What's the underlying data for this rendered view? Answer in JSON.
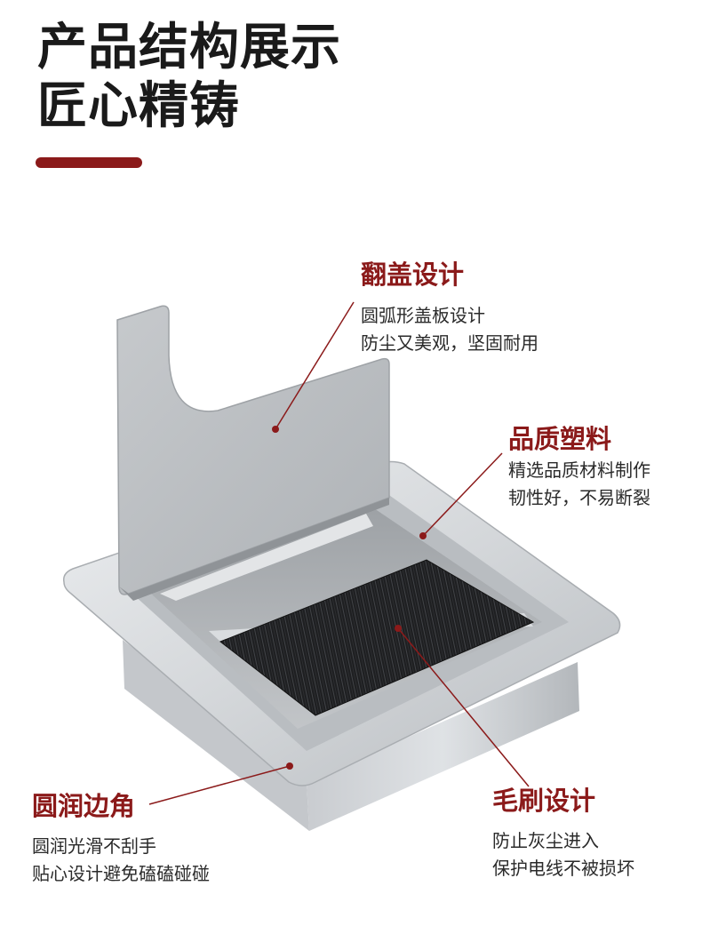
{
  "header": {
    "title_line1": "产品结构展示",
    "title_line2": "匠心精铸",
    "accent_color": "#8b1a1a"
  },
  "callouts": {
    "flip_cover": {
      "title": "翻盖设计",
      "lines": [
        "圆弧形盖板设计",
        "防尘又美观，坚固耐用"
      ]
    },
    "plastic": {
      "title": "品质塑料",
      "lines": [
        "精选品质材料制作",
        "韧性好，不易断裂"
      ]
    },
    "rounded_edge": {
      "title": "圆润边角",
      "lines": [
        "圆润光滑不刮手",
        "贴心设计避免磕磕碰碰"
      ]
    },
    "brush": {
      "title": "毛刷设计",
      "lines": [
        "防止灰尘进入",
        "保护电线不被损坏"
      ]
    }
  }
}
